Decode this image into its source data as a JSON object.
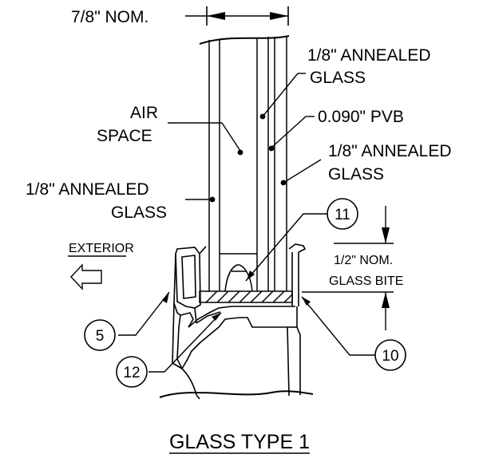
{
  "labels": {
    "nominal_width": "7/8\" NOM.",
    "glass_outer_line1": "1/8\" ANNEALED",
    "glass_outer_line2": "GLASS",
    "air_line1": "AIR",
    "air_line2": "SPACE",
    "pvb": "0.090\" PVB",
    "glass_inner_line1": "1/8\" ANNEALED",
    "glass_inner_line2": "GLASS",
    "glass_left_line1": "1/8\" ANNEALED",
    "glass_left_line2": "GLASS",
    "exterior": "EXTERIOR",
    "bite_line1": "1/2\" NOM.",
    "bite_line2": "GLASS BITE"
  },
  "callouts": {
    "c5": "5",
    "c10": "10",
    "c11": "11",
    "c12": "12"
  },
  "title": "GLASS TYPE 1",
  "colors": {
    "ink": "#000000",
    "paper": "#ffffff"
  }
}
